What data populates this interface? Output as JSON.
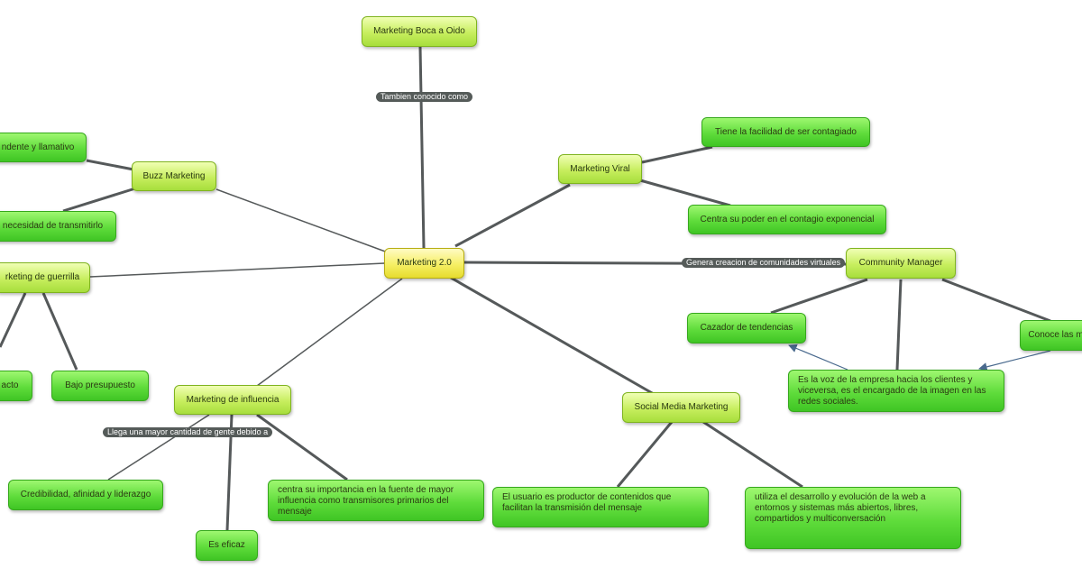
{
  "central": "Marketing 2.0",
  "nodes": {
    "boca": "Marketing Boca a Oido",
    "buzz": "Buzz Marketing",
    "buzz_a": "ndente y llamativo",
    "buzz_b": "necesidad de transmitirlo",
    "viral": "Marketing Viral",
    "viral_a": "Tiene la facilidad de ser contagiado",
    "viral_b": "Centra su poder en el contagio exponencial",
    "community": "Community Manager",
    "cm_cazador": "Cazador de tendencias",
    "cm_conoce": "Conoce las m",
    "cm_voz": "Es la voz de la empresa hacia los clientes y viceversa, es el encargado de la imagen en las redes sociales.",
    "guerrilla": "rketing de guerrilla",
    "guer_impacto": "acto",
    "guer_bajo": "Bajo presupuesto",
    "influencia": "Marketing de influencia",
    "inf_cred": "Credibilidad, afinidad y liderazgo",
    "inf_eficaz": "Es eficaz",
    "inf_centra": "centra su importancia en la fuente de mayor influencia como transmisores primarios del mensaje",
    "social": "Social Media Marketing",
    "sm_usuario": "El usuario es productor de contenidos que facilitan la transmisión del mensaje",
    "sm_utiliza": "utiliza el desarrollo y evolución de la web a entornos y sistemas más abiertos, libres, compartidos y multiconversación"
  },
  "link_labels": {
    "tambien": "Tambien conocido como",
    "genera": "Genera creacion de comunidades virtuales",
    "llega": "Llega una mayor cantidad de gente debido a"
  },
  "colors": {
    "line": "#55595a",
    "arrow": "#4a6a8e",
    "label_bg": "#555b59"
  }
}
